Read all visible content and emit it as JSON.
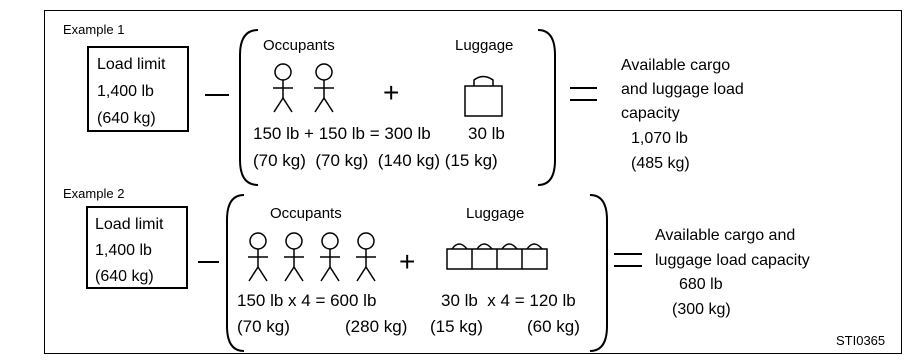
{
  "example1": {
    "label": "Example 1",
    "load_limit": {
      "title": "Load limit",
      "lb": "1,400 lb",
      "kg": "(640 kg)"
    },
    "occupants_label": "Occupants",
    "luggage_label": "Luggage",
    "calc_lb": "150 lb + 150 lb = 300 lb",
    "luggage_lb": "30 lb",
    "calc_kg": "(70 kg)  (70 kg)  (140 kg) (15 kg)",
    "result": {
      "line1": "Available cargo",
      "line2": "and luggage load",
      "line3": "capacity",
      "lb": "1,070 lb",
      "kg": "(485 kg)"
    }
  },
  "example2": {
    "label": "Example 2",
    "load_limit": {
      "title": "Load limit",
      "lb": "1,400 lb",
      "kg": "(640 kg)"
    },
    "occupants_label": "Occupants",
    "luggage_label": "Luggage",
    "calc_occ_lb": "150 lb x 4 = 600 lb",
    "calc_lug_lb": "30 lb  x 4 = 120 lb",
    "kg_a": "(70 kg)",
    "kg_b": "(280 kg)",
    "kg_c": "(15 kg)",
    "kg_d": "(60 kg)",
    "result": {
      "line1": "Available cargo and",
      "line2": "luggage load capacity",
      "lb": "680 lb",
      "kg": "(300 kg)"
    }
  },
  "operators": {
    "minus": "—",
    "plus": "+",
    "equals": "="
  },
  "figure_code": "STI0365"
}
